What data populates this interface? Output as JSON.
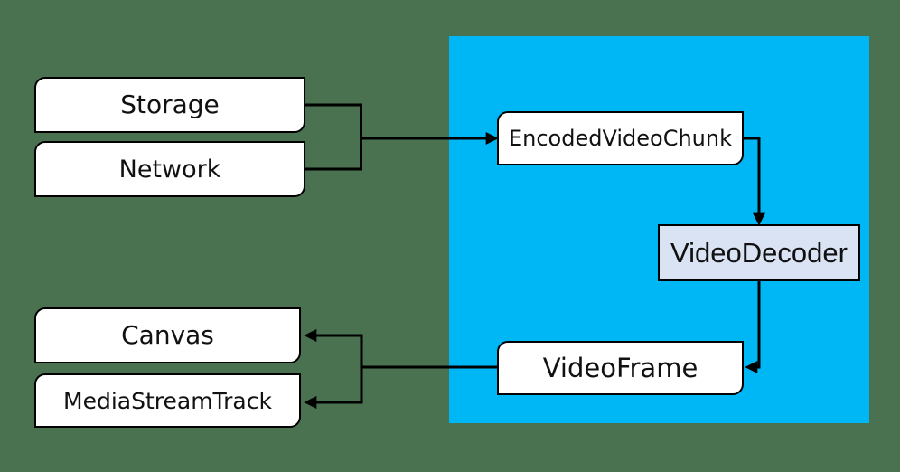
{
  "colors": {
    "background": "#4a7150",
    "panel-cyan": "#00b7f5",
    "node-fill": "#ffffff",
    "decoder-fill": "#dae3f3",
    "stroke": "#000000",
    "text": "#111111"
  },
  "nodes": {
    "storage": {
      "label": "Storage"
    },
    "network": {
      "label": "Network"
    },
    "encoded_video_chunk": {
      "label": "EncodedVideoChunk"
    },
    "video_decoder": {
      "label": "VideoDecoder"
    },
    "video_frame": {
      "label": "VideoFrame"
    },
    "canvas": {
      "label": "Canvas"
    },
    "media_stream_track": {
      "label": "MediaStreamTrack"
    }
  },
  "edges": [
    {
      "from": "Storage",
      "to": "EncodedVideoChunk"
    },
    {
      "from": "Network",
      "to": "EncodedVideoChunk"
    },
    {
      "from": "EncodedVideoChunk",
      "to": "VideoDecoder"
    },
    {
      "from": "VideoDecoder",
      "to": "VideoFrame"
    },
    {
      "from": "VideoFrame",
      "to": "Canvas"
    },
    {
      "from": "VideoFrame",
      "to": "MediaStreamTrack"
    }
  ]
}
